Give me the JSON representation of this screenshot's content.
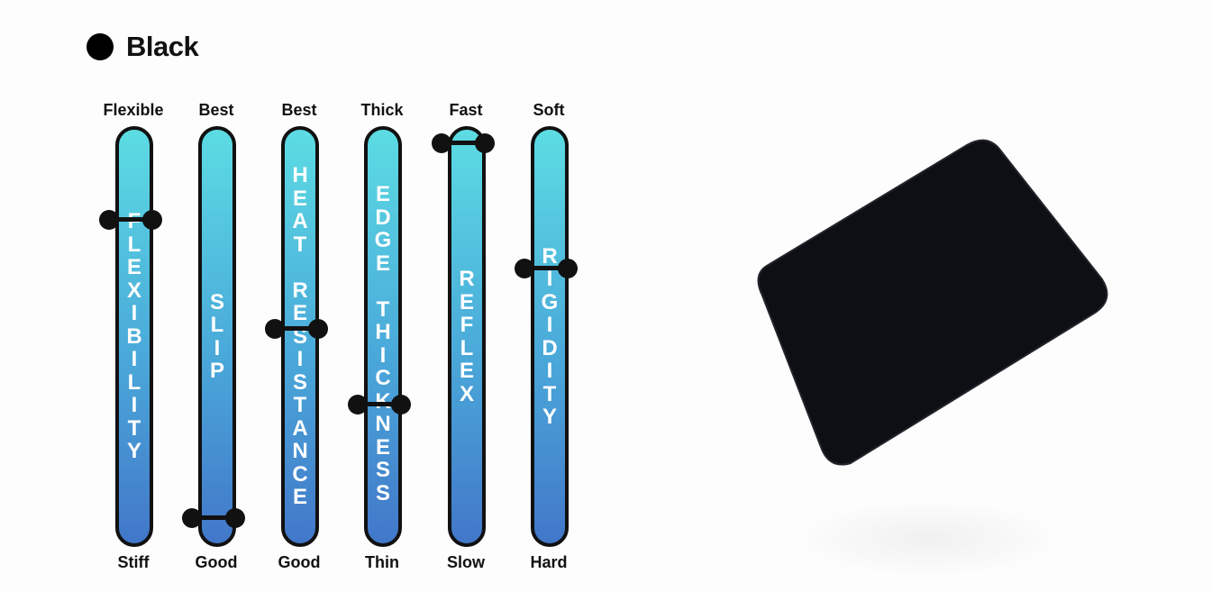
{
  "product": {
    "color_name": "Black",
    "swatch_color": "#000000"
  },
  "gauges": [
    {
      "id": "flexibility",
      "top_label": "Flexible",
      "bottom_label": "Stiff",
      "name_letters": [
        "F",
        "L",
        "E",
        "X",
        "I",
        "B",
        "I",
        "L",
        "I",
        "T",
        "Y"
      ],
      "level": 0.79
    },
    {
      "id": "slip",
      "top_label": "Best",
      "bottom_label": "Good",
      "name_letters": [
        "S",
        "L",
        "I",
        "P"
      ],
      "level": 0.05
    },
    {
      "id": "heat-resistance",
      "top_label": "Best",
      "bottom_label": "Good",
      "name_letters": [
        "H",
        "E",
        "A",
        "T",
        " ",
        "R",
        "E",
        "S",
        "I",
        "S",
        "T",
        "A",
        "N",
        "C",
        "E"
      ],
      "level": 0.52
    },
    {
      "id": "edge-thickness",
      "top_label": "Thick",
      "bottom_label": "Thin",
      "name_letters": [
        "E",
        "D",
        "G",
        "E",
        " ",
        "T",
        "H",
        "I",
        "C",
        "K",
        "N",
        "E",
        "S",
        "S"
      ],
      "level": 0.33
    },
    {
      "id": "reflex",
      "top_label": "Fast",
      "bottom_label": "Slow",
      "name_letters": [
        "R",
        "E",
        "F",
        "L",
        "E",
        "X"
      ],
      "level": 0.98
    },
    {
      "id": "rigidity",
      "top_label": "Soft",
      "bottom_label": "Hard",
      "name_letters": [
        "R",
        "I",
        "G",
        "I",
        "D",
        "I",
        "T",
        "Y"
      ],
      "level": 0.67
    }
  ],
  "image": {
    "description_icon": "mousepad-product-image",
    "pad_color": "#0e0f14"
  }
}
